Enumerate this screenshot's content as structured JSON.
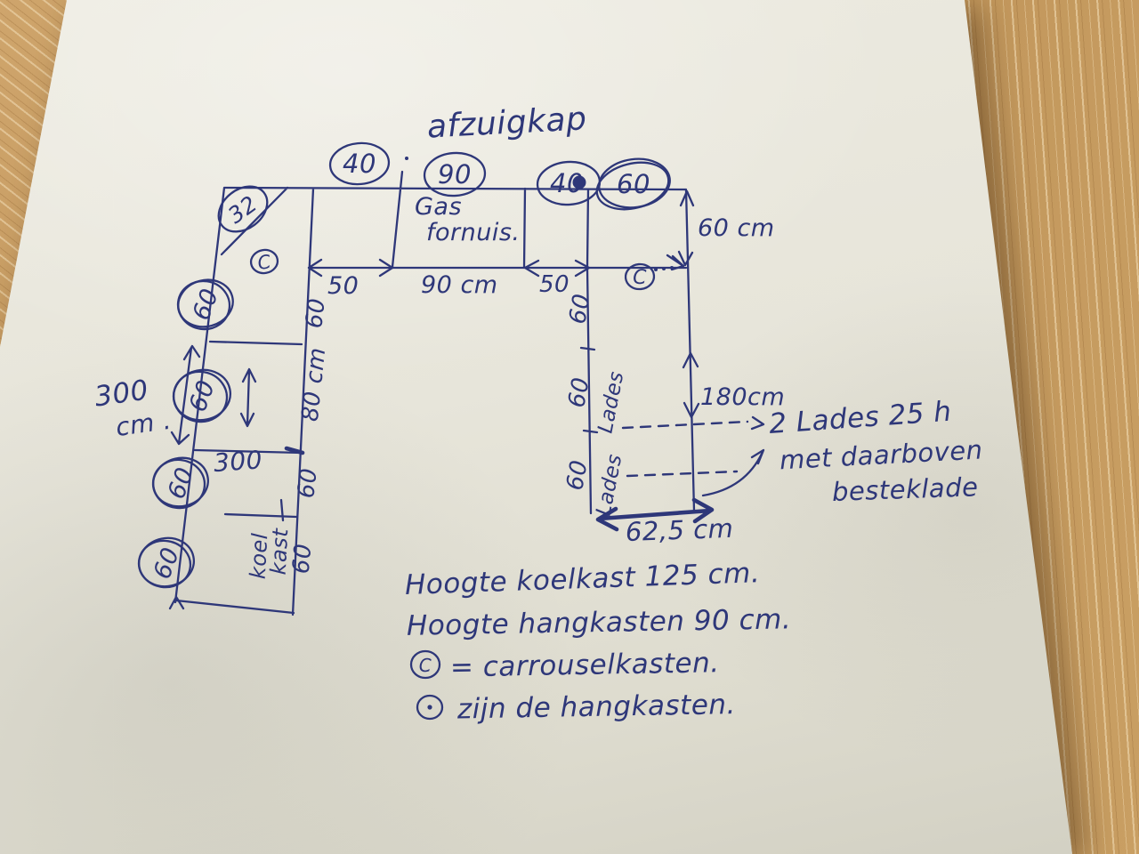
{
  "colors": {
    "ink": "#2e3779",
    "paper": "#e9e7dc",
    "wood": "#c9a065"
  },
  "sketch": {
    "title": "afzuigkap",
    "stove": {
      "line1": "Gas",
      "line2": "fornuis."
    },
    "top_widths": [
      "40",
      "90",
      "40",
      "60"
    ],
    "corner_width": "32",
    "left_wall_widths": [
      "60",
      "60",
      "60",
      "60"
    ],
    "carrousel_letter": "C",
    "dims": {
      "left_50": "50",
      "mid_90": "90 cm",
      "right_50": "50",
      "right_height_60": "60 cm",
      "left_top_60": "60",
      "left_80": "80 cm",
      "left_mid_60": "60",
      "left_bottom_60": "60",
      "side_300_line1": "300",
      "side_300_line2": "cm .",
      "inner_300": "300",
      "col_top_60": "60",
      "col_mid_60": "60",
      "col_bottom_60": "60",
      "height_180": "180cm",
      "width_62_5": "62,5 cm"
    },
    "labels": {
      "koelkast_line1": "koel",
      "koelkast_line2": "kast",
      "lades_top": "Lades",
      "lades_bottom": "Lades"
    },
    "drawer_note": {
      "line1": "2 Lades 25 h",
      "line2": "met daarboven",
      "line3": "besteklade"
    }
  },
  "notes": {
    "line1": "Hoogte koelkast 125 cm.",
    "line2": "Hoogte hangkasten 90 cm.",
    "line3_text": "= carrouselkasten.",
    "line4_text": "zijn de hangkasten."
  }
}
